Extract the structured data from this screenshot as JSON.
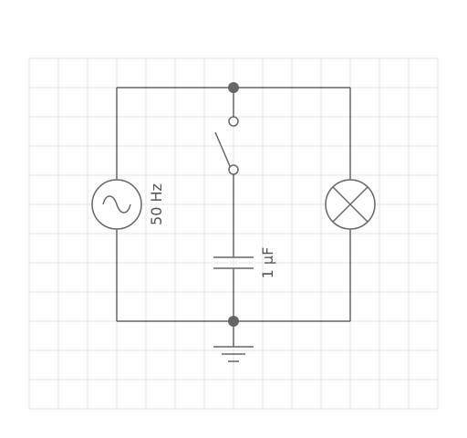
{
  "diagram": {
    "type": "circuit-schematic",
    "components": {
      "ac_source": {
        "icon": "ac-source-icon",
        "label": "50 Hz"
      },
      "switch": {
        "icon": "switch-icon",
        "state": "open"
      },
      "capacitor": {
        "icon": "capacitor-icon",
        "label": "1 µF"
      },
      "lamp": {
        "icon": "lamp-icon"
      },
      "ground": {
        "icon": "ground-icon"
      }
    },
    "colors": {
      "wire": "#666666",
      "grid": "#e3e3e3",
      "text": "#555555",
      "background": "#ffffff"
    }
  }
}
